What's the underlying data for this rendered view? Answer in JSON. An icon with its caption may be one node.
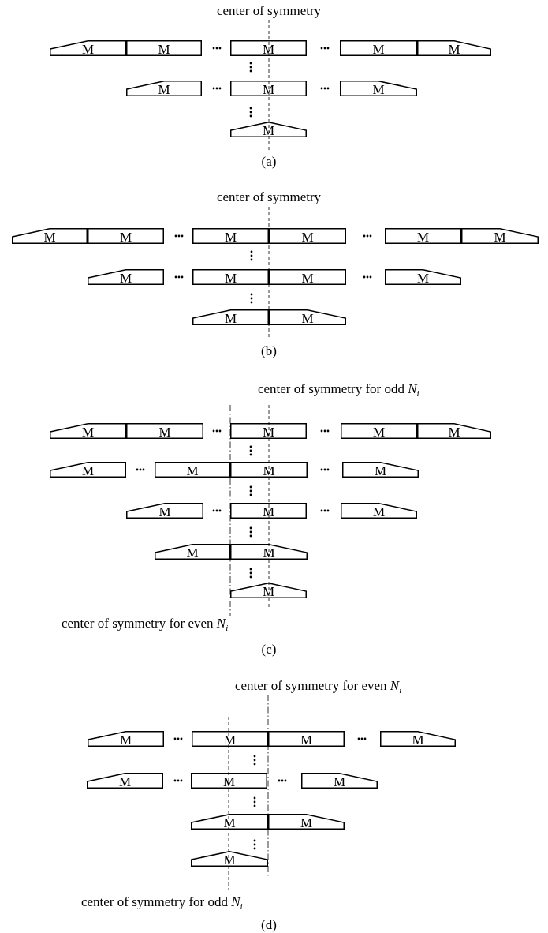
{
  "diagram": {
    "nodes": [
      {
        "text": [
          "M"
        ]
      },
      {
        "text": [
          "M"
        ]
      },
      {
        "text": [
          "M"
        ]
      },
      {
        "text": [
          "M"
        ]
      },
      {
        "text": [
          "M"
        ]
      },
      {
        "text": [
          "M"
        ]
      },
      {
        "text": [
          "M"
        ]
      },
      {
        "text": [
          "M"
        ]
      },
      {
        "text": [
          "M"
        ]
      },
      {
        "text": [
          "M"
        ]
      },
      {
        "text": [
          "M"
        ]
      },
      {
        "text": [
          "M"
        ]
      },
      {
        "text": [
          "M"
        ]
      },
      {
        "text": [
          "M"
        ]
      },
      {
        "text": [
          "M"
        ]
      },
      {
        "text": [
          "M"
        ]
      },
      {
        "text": [
          "M"
        ]
      },
      {
        "text": [
          "M"
        ]
      },
      {
        "text": [
          "M"
        ]
      },
      {
        "text": [
          "M"
        ]
      },
      {
        "text": [
          "M"
        ]
      },
      {
        "text": [
          "M"
        ]
      },
      {
        "text": [
          "M"
        ]
      },
      {
        "text": [
          "M"
        ]
      },
      {
        "text": [
          "M"
        ]
      },
      {
        "text": [
          "M"
        ]
      },
      {
        "text": [
          "M"
        ]
      },
      {
        "text": [
          "M"
        ]
      },
      {
        "text": [
          "M"
        ]
      },
      {
        "text": [
          "M"
        ]
      },
      {
        "text": [
          "M"
        ]
      },
      {
        "text": [
          "M"
        ]
      },
      {
        "text": [
          "M"
        ]
      },
      {
        "text": [
          "M"
        ]
      },
      {
        "text": [
          "M"
        ]
      },
      {
        "text": [
          "M"
        ]
      },
      {
        "text": [
          "M"
        ]
      },
      {
        "text": [
          "M"
        ]
      },
      {
        "text": [
          "M"
        ]
      },
      {
        "text": [
          "M"
        ]
      },
      {
        "text": [
          "M"
        ]
      },
      {
        "text": [
          "M"
        ]
      },
      {
        "text": [
          "M"
        ]
      },
      {
        "text": [
          "M"
        ]
      },
      {
        "text": [
          "M"
        ]
      },
      {
        "text": [
          "M"
        ]
      }
    ],
    "labels": [
      "center of symmetry",
      "(a)",
      "center of symmetry",
      "(b)",
      "center of symmetry for odd *N*$_{i}$",
      "center of symmetry for even *N*$_{i}$",
      "(c)",
      "center of symmetry for even *N*$_{i}$",
      "center of symmetry for odd *N*$_{i}$",
      "(d)"
    ]
  }
}
